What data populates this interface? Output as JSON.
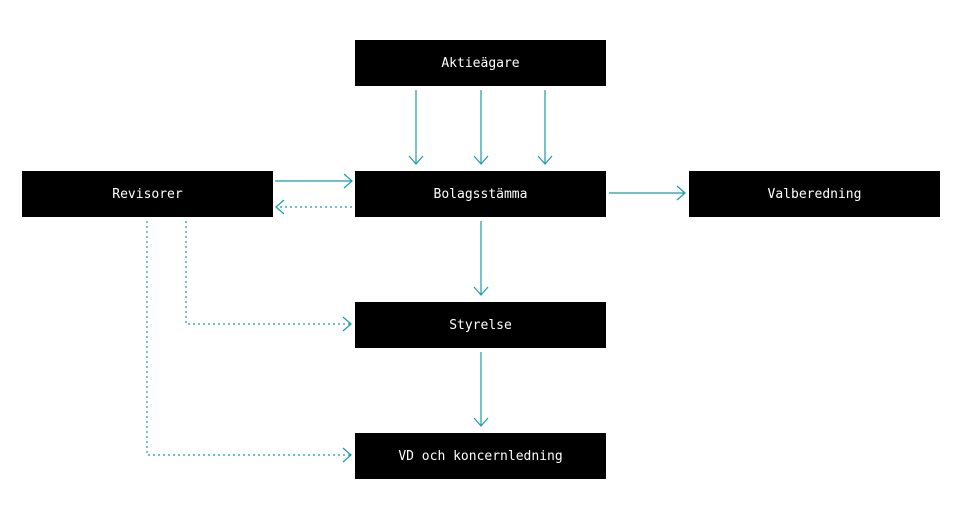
{
  "diagram": {
    "accent_color": "#1a9aaa",
    "node_color": "#000000",
    "text_color": "#ffffff",
    "nodes": {
      "aktieagare": "Aktieägare",
      "bolagsstamma": "Bolagsstämma",
      "revisorer": "Revisorer",
      "valberedning": "Valberedning",
      "styrelse": "Styrelse",
      "vd": "VD och koncernledning"
    },
    "edges": [
      {
        "from": "aktieagare",
        "to": "bolagsstamma",
        "style": "solid",
        "count": 3
      },
      {
        "from": "revisorer",
        "to": "bolagsstamma",
        "style": "solid"
      },
      {
        "from": "bolagsstamma",
        "to": "revisorer",
        "style": "dotted"
      },
      {
        "from": "bolagsstamma",
        "to": "valberedning",
        "style": "solid"
      },
      {
        "from": "bolagsstamma",
        "to": "styrelse",
        "style": "solid"
      },
      {
        "from": "styrelse",
        "to": "vd",
        "style": "solid"
      },
      {
        "from": "revisorer",
        "to": "styrelse",
        "style": "dotted"
      },
      {
        "from": "revisorer",
        "to": "vd",
        "style": "dotted"
      }
    ]
  }
}
